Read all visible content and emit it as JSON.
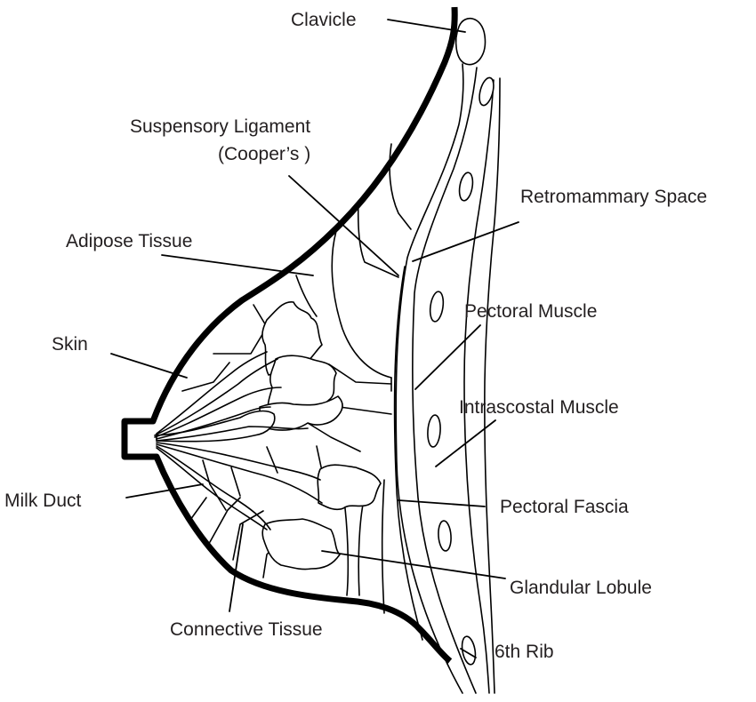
{
  "diagram": {
    "labels": {
      "clavicle": "Clavicle",
      "suspensory_ligament": "Suspensory Ligament",
      "suspensory_ligament_sub": "(Cooper’s )",
      "retromammary_space": "Retromammary Space",
      "adipose_tissue": "Adipose Tissue",
      "pectoral_muscle": "Pectoral Muscle",
      "skin": "Skin",
      "intercostal_muscle": "Intrascostal Muscle",
      "milk_duct": "Milk Duct",
      "pectoral_fascia": "Pectoral Fascia",
      "glandular_lobule": "Glandular Lobule",
      "connective_tissue": "Connective Tissue",
      "sixth_rib": "6th Rib"
    },
    "colors": {
      "line": "#000000",
      "text": "#231f20",
      "background": "#ffffff"
    }
  }
}
